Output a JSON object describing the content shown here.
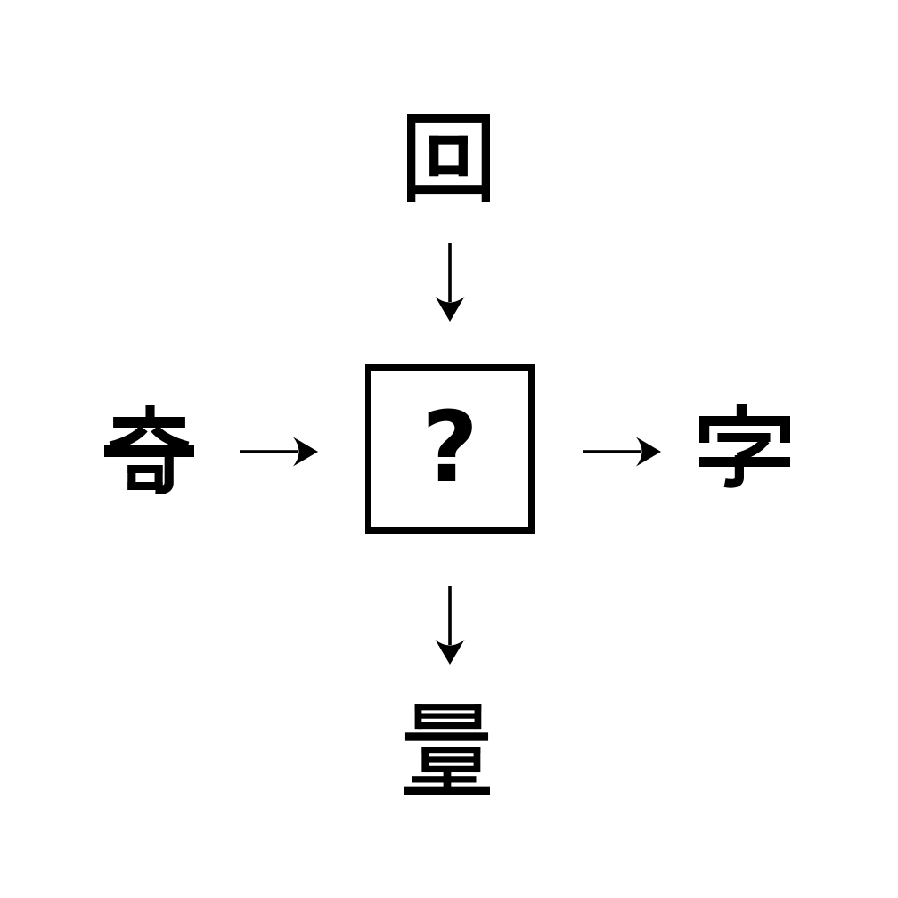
{
  "colors": {
    "ink": "#000000",
    "background": "#ffffff"
  },
  "puzzle": {
    "center": {
      "placeholder": "?"
    },
    "around": {
      "top": "回",
      "left": "奇",
      "right": "字",
      "bottom": "量"
    },
    "arrows": [
      {
        "name": "top-to-center",
        "direction": "down"
      },
      {
        "name": "left-to-center",
        "direction": "right"
      },
      {
        "name": "center-to-right",
        "direction": "right"
      },
      {
        "name": "center-to-bottom",
        "direction": "down"
      }
    ]
  }
}
